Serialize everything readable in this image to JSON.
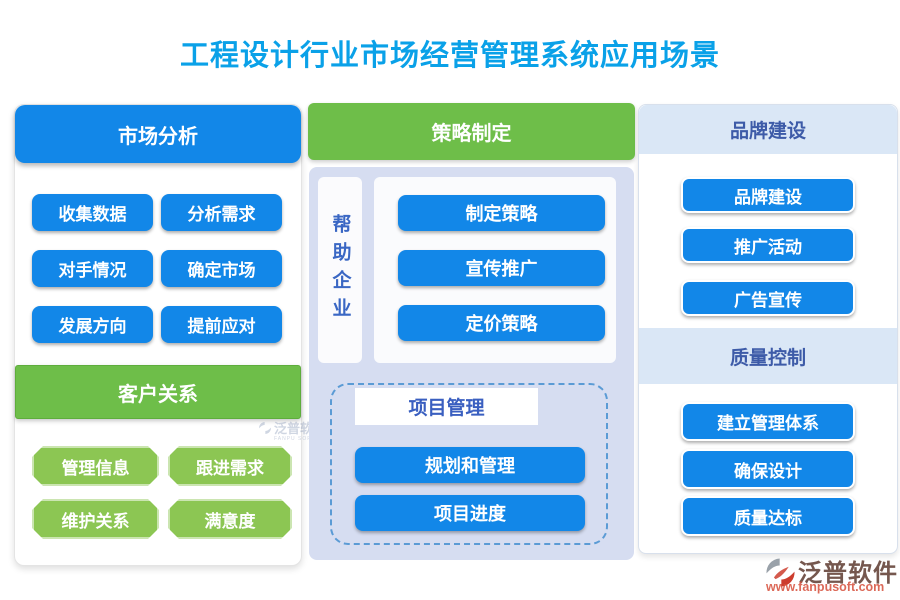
{
  "title": "工程设计行业市场经营管理系统应用场景",
  "colors": {
    "title_blue": "#0aa1e8",
    "button_blue": "#1287e8",
    "header_green": "#6ebe49",
    "button_green": "#8cc653",
    "panel_lavender": "#d6ddf1",
    "header_lightblue": "#dae7f6",
    "header_text_blue": "#3d5ba8",
    "dashed_border": "#5b9bd5"
  },
  "left": {
    "market_header": "市场分析",
    "market_items": [
      "收集数据",
      "分析需求",
      "对手情况",
      "确定市场",
      "发展方向",
      "提前应对"
    ],
    "customer_header": "客户关系",
    "customer_items": [
      "管理信息",
      "跟进需求",
      "维护关系",
      "满意度"
    ]
  },
  "middle": {
    "header": "策略制定",
    "side_label": "帮助企业",
    "strategy_items": [
      "制定策略",
      "宣传推广",
      "定价策略"
    ],
    "project_header": "项目管理",
    "project_items": [
      "规划和管理",
      "项目进度"
    ]
  },
  "right": {
    "brand_header": "品牌建设",
    "brand_items": [
      "品牌建设",
      "推广活动",
      "广告宣传"
    ],
    "quality_header": "质量控制",
    "quality_items": [
      "建立管理体系",
      "确保设计",
      "质量达标"
    ]
  },
  "watermark": {
    "text": "泛普软件",
    "subtext": "FANPU SOFTWARE"
  },
  "logo": {
    "name": "泛普软件",
    "url": "www.fanpusoft.com"
  }
}
